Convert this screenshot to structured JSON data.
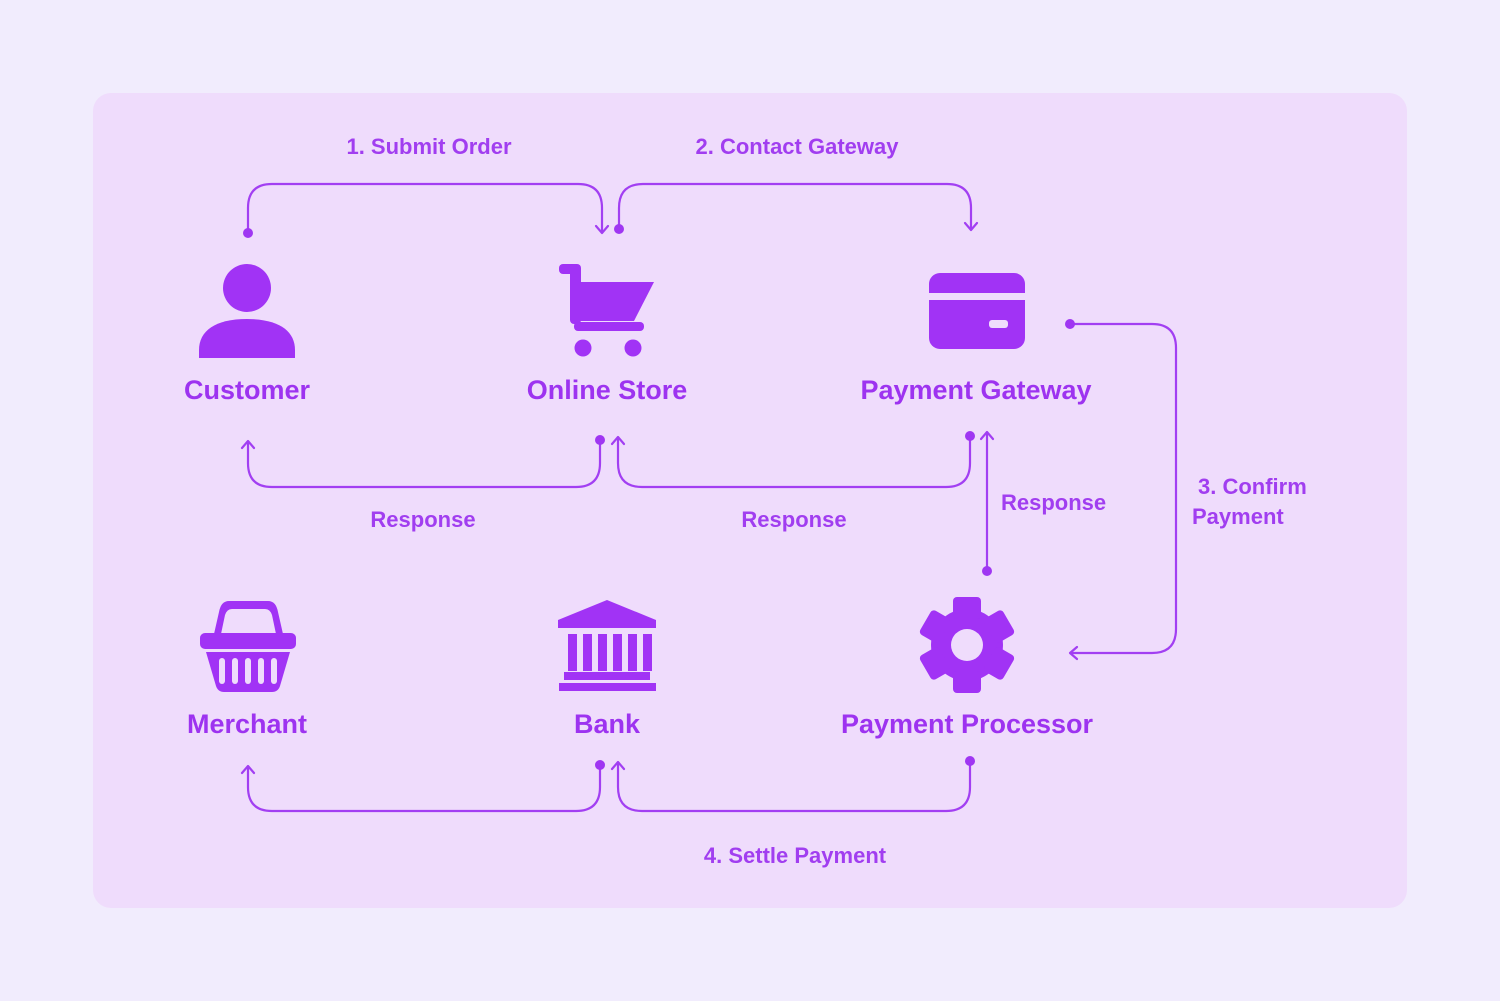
{
  "colors": {
    "page_background": "#f1ecfd",
    "panel_background": "#efdcfc",
    "accent": "#a133f5",
    "text": "#9d33f0"
  },
  "nodes": {
    "customer": {
      "label": "Customer",
      "icon": "person-icon"
    },
    "online_store": {
      "label": "Online Store",
      "icon": "shopping-cart-icon"
    },
    "payment_gateway": {
      "label": "Payment Gateway",
      "icon": "credit-card-icon"
    },
    "merchant": {
      "label": "Merchant",
      "icon": "shopping-basket-icon"
    },
    "bank": {
      "label": "Bank",
      "icon": "bank-icon"
    },
    "payment_processor": {
      "label": "Payment Processor",
      "icon": "gear-icon"
    }
  },
  "edges": {
    "submit_order": "1. Submit Order",
    "contact_gateway": "2. Contact Gateway",
    "confirm_payment_line1": "3. Confirm",
    "confirm_payment_line2": "Payment",
    "settle_payment": "4. Settle Payment",
    "response_store_customer": "Response",
    "response_gateway_store": "Response",
    "response_processor_gateway": "Response"
  }
}
